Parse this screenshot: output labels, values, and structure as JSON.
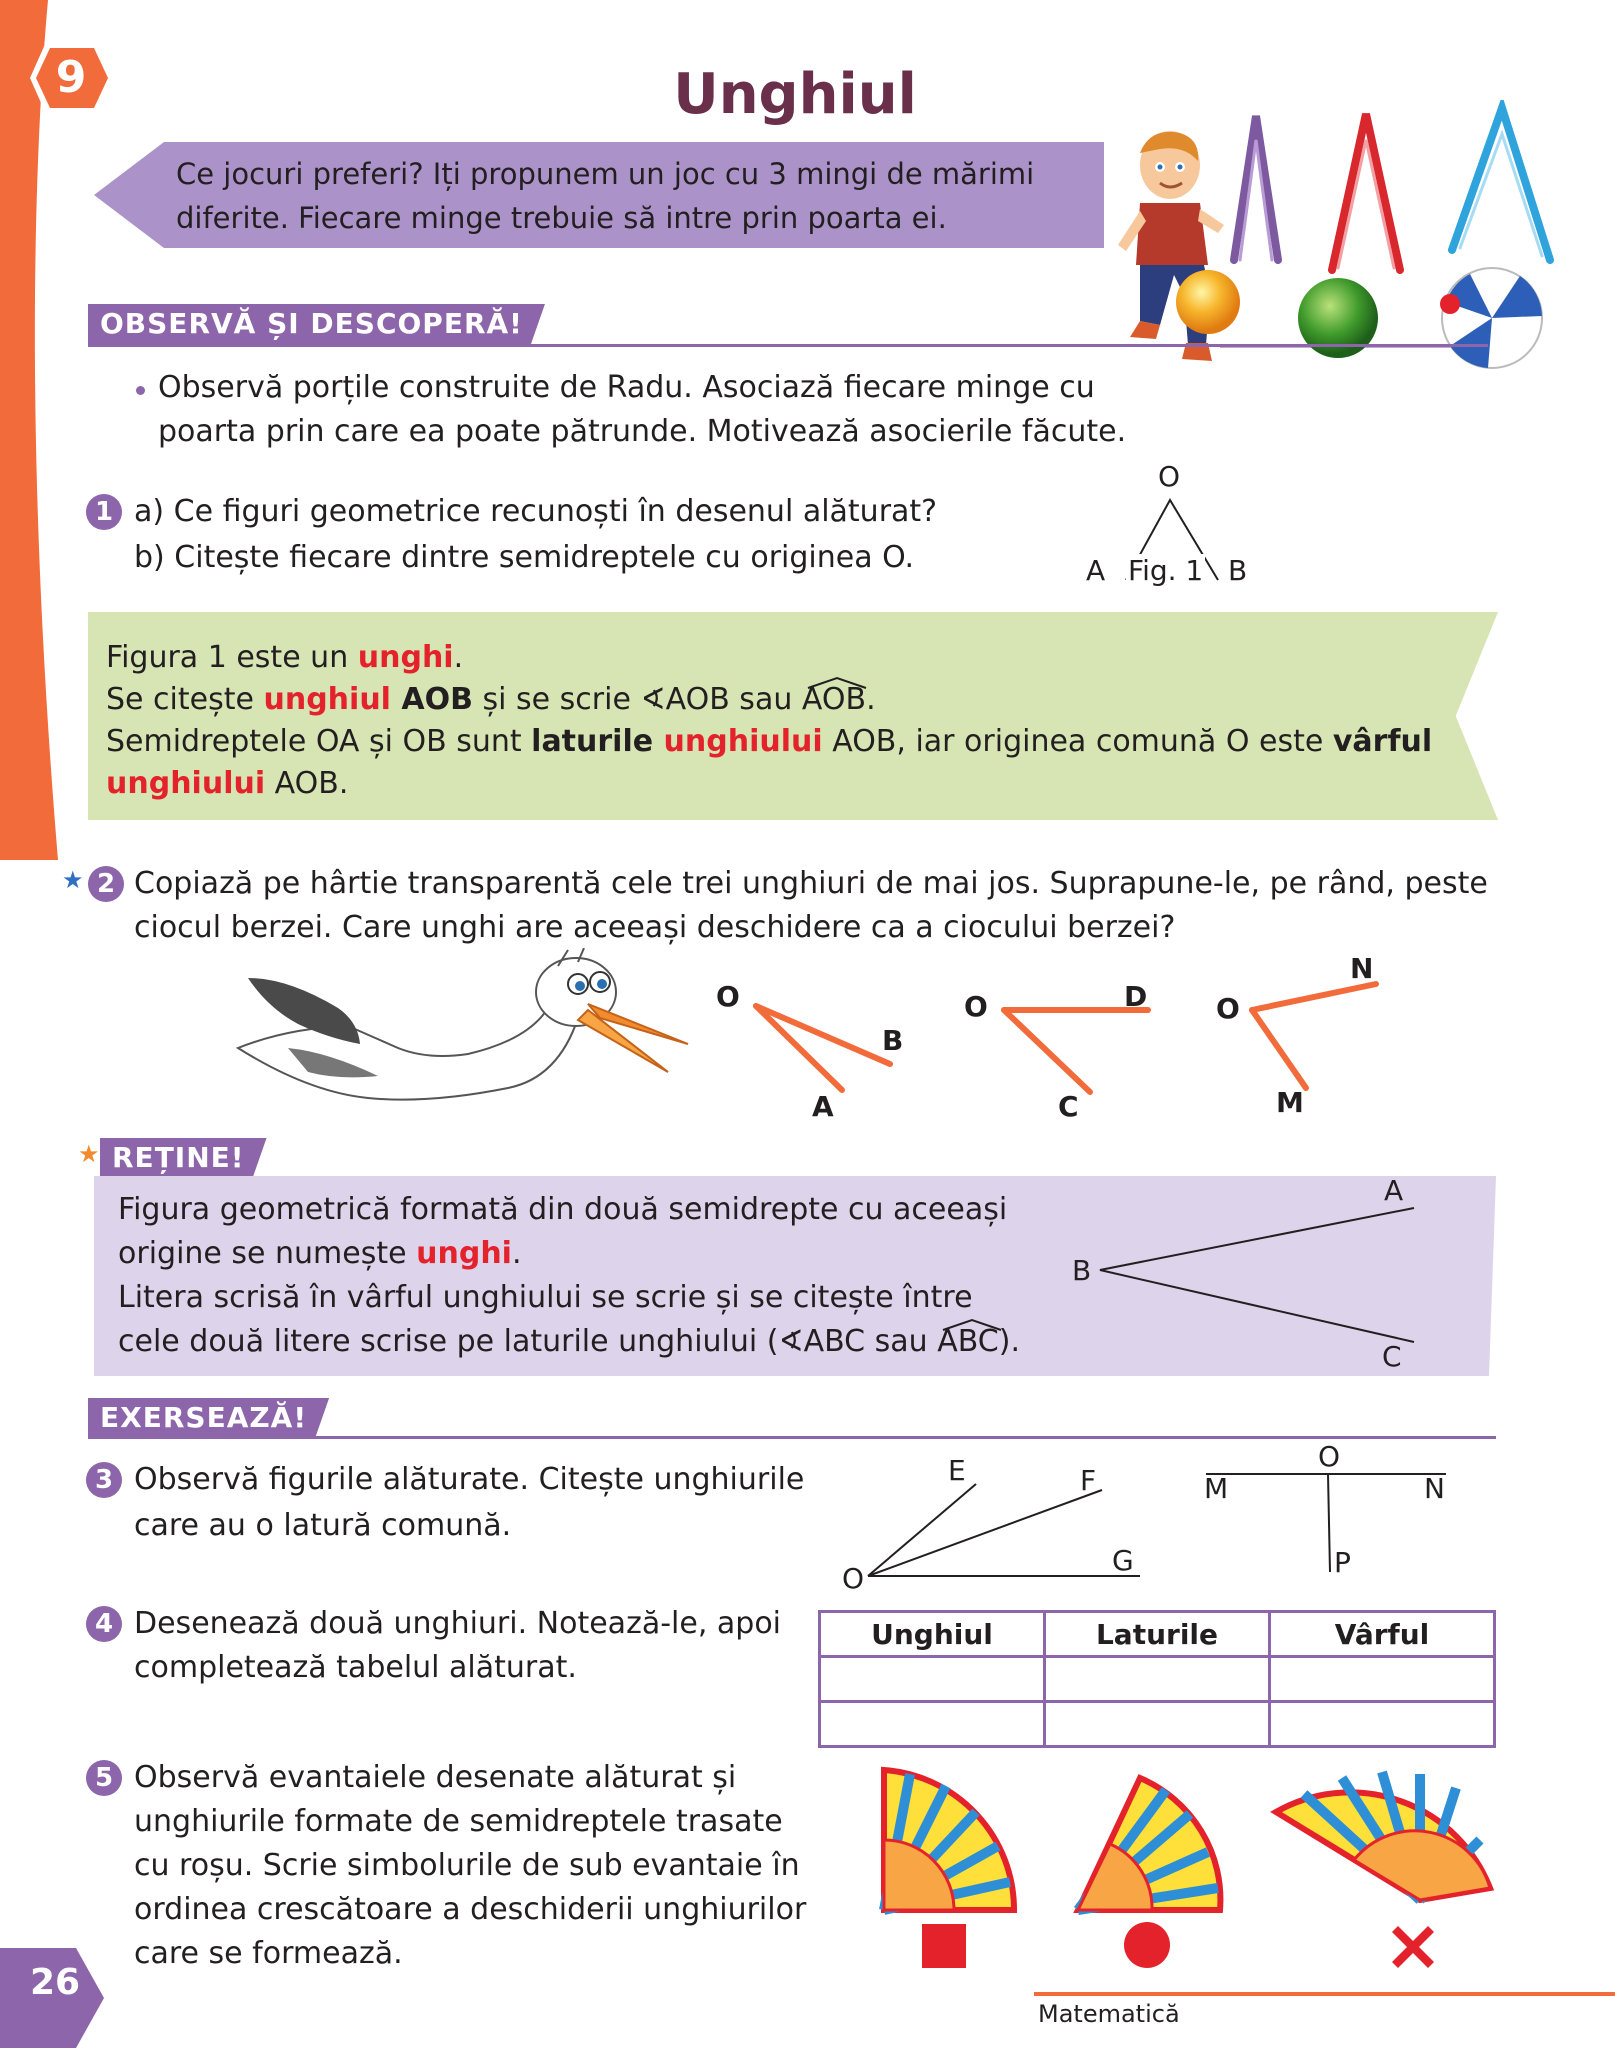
{
  "lesson_number": "9",
  "title": "Unghiul",
  "intro": {
    "line1": "Ce jocuri preferi? Iți propunem un joc cu 3 mingi de mărimi",
    "line2": "diferite. Fiecare minge trebuie să intre prin poarta ei."
  },
  "section_observe": "OBSERVĂ ȘI DESCOPERĂ!",
  "observe_text": {
    "line1": "Observă porțile construite de Radu. Asociază fiecare minge cu",
    "line2": "poarta prin care ea poate pătrunde. Motivează asocierile făcute."
  },
  "ex1": {
    "number": "1",
    "a": "a) Ce figuri geometrice recunoști în desenul alăturat?",
    "b": "b) Citește fiecare dintre semidreptele cu originea O.",
    "fig_labels": {
      "O": "O",
      "A": "A",
      "B": "B",
      "caption": "Fig. 1"
    }
  },
  "definition": {
    "l1_a": "Figura 1 este un ",
    "l1_b": "unghi",
    "l1_c": ".",
    "l2_a": "Se citește ",
    "l2_b": "unghiul",
    "l2_c": " AOB",
    "l2_d": " și se scrie  ∢AOB sau ",
    "l2_e": "AOB",
    "l2_f": ".",
    "l3_a": "Semidreptele OA și OB sunt ",
    "l3_b": "laturile",
    "l3_c": " unghiului",
    "l3_d": " AOB, iar originea comună O este ",
    "l3_e": "vârful",
    "l4_a": "unghiului",
    "l4_b": " AOB."
  },
  "ex2": {
    "number": "2",
    "star": "★",
    "line1": "Copiază pe hârtie transparentă cele trei unghiuri de mai jos. Suprapune-le, pe rând, peste",
    "line2": "ciocul berzei. Care unghi are aceeași deschidere ca a ciocului berzei?",
    "angles": [
      {
        "vertex": "O",
        "p1": "B",
        "p2": "A"
      },
      {
        "vertex": "O",
        "p1": "D",
        "p2": "C"
      },
      {
        "vertex": "O",
        "p1": "N",
        "p2": "M"
      }
    ]
  },
  "retine": {
    "star": "★",
    "heading": "REȚINE!",
    "l1": "Figura geometrică formată din două semidrepte cu aceeași",
    "l2_a": "origine se numește ",
    "l2_b": "unghi",
    "l2_c": ".",
    "l3": "Litera scrisă în vârful unghiului se scrie și se citește între",
    "l4_a": "cele două litere scrise pe laturile unghiului (∢ABC sau ",
    "l4_b": "ABC",
    "l4_c": ").",
    "fig": {
      "A": "A",
      "B": "B",
      "C": "C"
    }
  },
  "section_exercise": "EXERSEAZĂ!",
  "ex3": {
    "number": "3",
    "line1": "Observă figurile alăturate. Citește unghiurile",
    "line2": "care au o latură comună.",
    "fig1": {
      "O": "O",
      "E": "E",
      "F": "F",
      "G": "G"
    },
    "fig2": {
      "M": "M",
      "O": "O",
      "N": "N",
      "P": "P"
    }
  },
  "ex4": {
    "number": "4",
    "line1": "Desenează două unghiuri. Notează-le, apoi",
    "line2": "completează tabelul alăturat.",
    "table_headers": [
      "Unghiul",
      "Laturile",
      "Vârful"
    ]
  },
  "ex5": {
    "number": "5",
    "line1": "Observă evantaiele desenate alăturat și",
    "line2": "unghiurile formate de semidreptele trasate",
    "line3": "cu roșu. Scrie simbolurile de sub evantaie în",
    "line4": "ordinea crescătoare a deschiderii unghiurilor",
    "line5": "care se formează.",
    "symbols": [
      "square",
      "circle",
      "cross"
    ]
  },
  "page_number": "26",
  "footer": "Matematică",
  "colors": {
    "purple": "#8c65aa",
    "lavender": "#ab93c9",
    "green_box": "#d6e5b3",
    "orange": "#f26b3a",
    "red": "#e4222b"
  }
}
